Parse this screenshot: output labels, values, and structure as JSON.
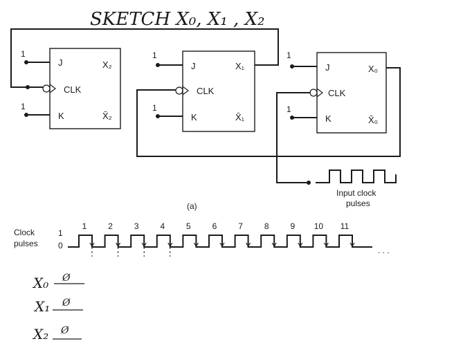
{
  "title": "SKETCH  X₀, X₁ , X₂",
  "caption": "(a)",
  "input_clock_label": [
    "Input clock",
    "pulses"
  ],
  "flipflops": [
    {
      "id": "ff2",
      "j": "J",
      "k": "K",
      "clk": "CLK",
      "q": "X₂",
      "qbar": "X̄₂",
      "j_in": "1",
      "k_in": "1"
    },
    {
      "id": "ff1",
      "j": "J",
      "k": "K",
      "clk": "CLK",
      "q": "X₁",
      "qbar": "X̄₁",
      "j_in": "1",
      "k_in": "1"
    },
    {
      "id": "ff0",
      "j": "J",
      "k": "K",
      "clk": "CLK",
      "q": "X₀",
      "qbar": "X̄₀",
      "j_in": "1",
      "k_in": "1"
    }
  ],
  "timing": {
    "label": [
      "Clock",
      "pulses"
    ],
    "high": "1",
    "low": "0",
    "pulse_numbers": [
      "1",
      "2",
      "3",
      "4",
      "5",
      "6",
      "7",
      "8",
      "9",
      "10",
      "11"
    ],
    "ellipsis": ". . ."
  },
  "outputs": [
    {
      "name": "X₀",
      "initial": "Ø"
    },
    {
      "name": "X₁",
      "initial": "Ø"
    },
    {
      "name": "X₂",
      "initial": "Ø"
    }
  ]
}
